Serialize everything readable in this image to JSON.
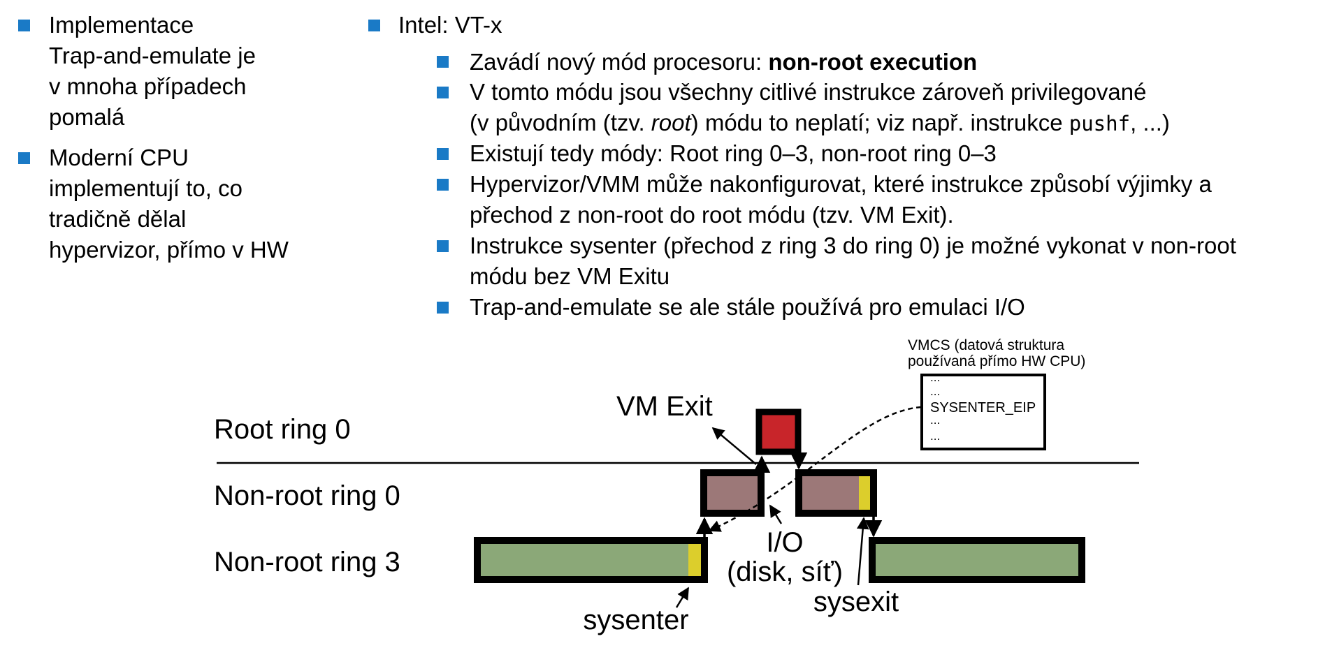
{
  "left_list": {
    "item1": {
      "lines": [
        "Implementace",
        "Trap-and-emulate je",
        "v mnoha případech",
        "pomalá"
      ]
    },
    "item2": {
      "lines": [
        "Moderní CPU",
        "implementují to, co",
        "tradičně dělal",
        "hypervizor, přímo v HW"
      ]
    }
  },
  "right_list": {
    "heading": "Intel: VT-x",
    "sub1": {
      "prefix": "Zavádí nový mód procesoru: ",
      "bold": "non-root execution"
    },
    "sub2": {
      "line1": "V tomto módu jsou všechny citlivé instrukce zároveň privilegované",
      "line2_a": "(v původním (tzv. ",
      "line2_em": "root",
      "line2_b": ") módu to neplatí; viz např. instrukce ",
      "line2_code": "pushf",
      "line2_c": ", ...)"
    },
    "sub3": "Existují tedy módy: Root ring 0–3, non-root ring 0–3",
    "sub4": {
      "line1": "Hypervizor/VMM může nakonfigurovat, které instrukce způsobí výjimky a",
      "line2": "přechod z non-root do root módu (tzv. VM Exit)."
    },
    "sub5": {
      "line1": "Instrukce sysenter (přechod z ring 3 do ring 0) je možné vykonat v non-root",
      "line2": "módu bez VM Exitu"
    },
    "sub6": "Trap-and-emulate se ale stále používá pro emulaci I/O"
  },
  "diagram": {
    "row_root0": "Root ring 0",
    "row_nonroot0": "Non-root ring 0",
    "row_nonroot3": "Non-root ring 3",
    "vm_exit": "VM Exit",
    "io_line1": "I/O",
    "io_line2": "(disk, síť)",
    "sysenter": "sysenter",
    "sysexit": "sysexit",
    "vmcs_caption_line1": "VMCS (datová struktura",
    "vmcs_caption_line2": "používaná přímo HW CPU)",
    "vmcs_rows": [
      "...",
      "...",
      "SYSENTER_EIP",
      "...",
      "..."
    ],
    "colors": {
      "accent_bullet": "#1a7ac6",
      "user_block": "#8ba878",
      "kernel_block": "#9c7878",
      "vmm_block": "#c8252a",
      "marker": "#dcce2c"
    }
  }
}
